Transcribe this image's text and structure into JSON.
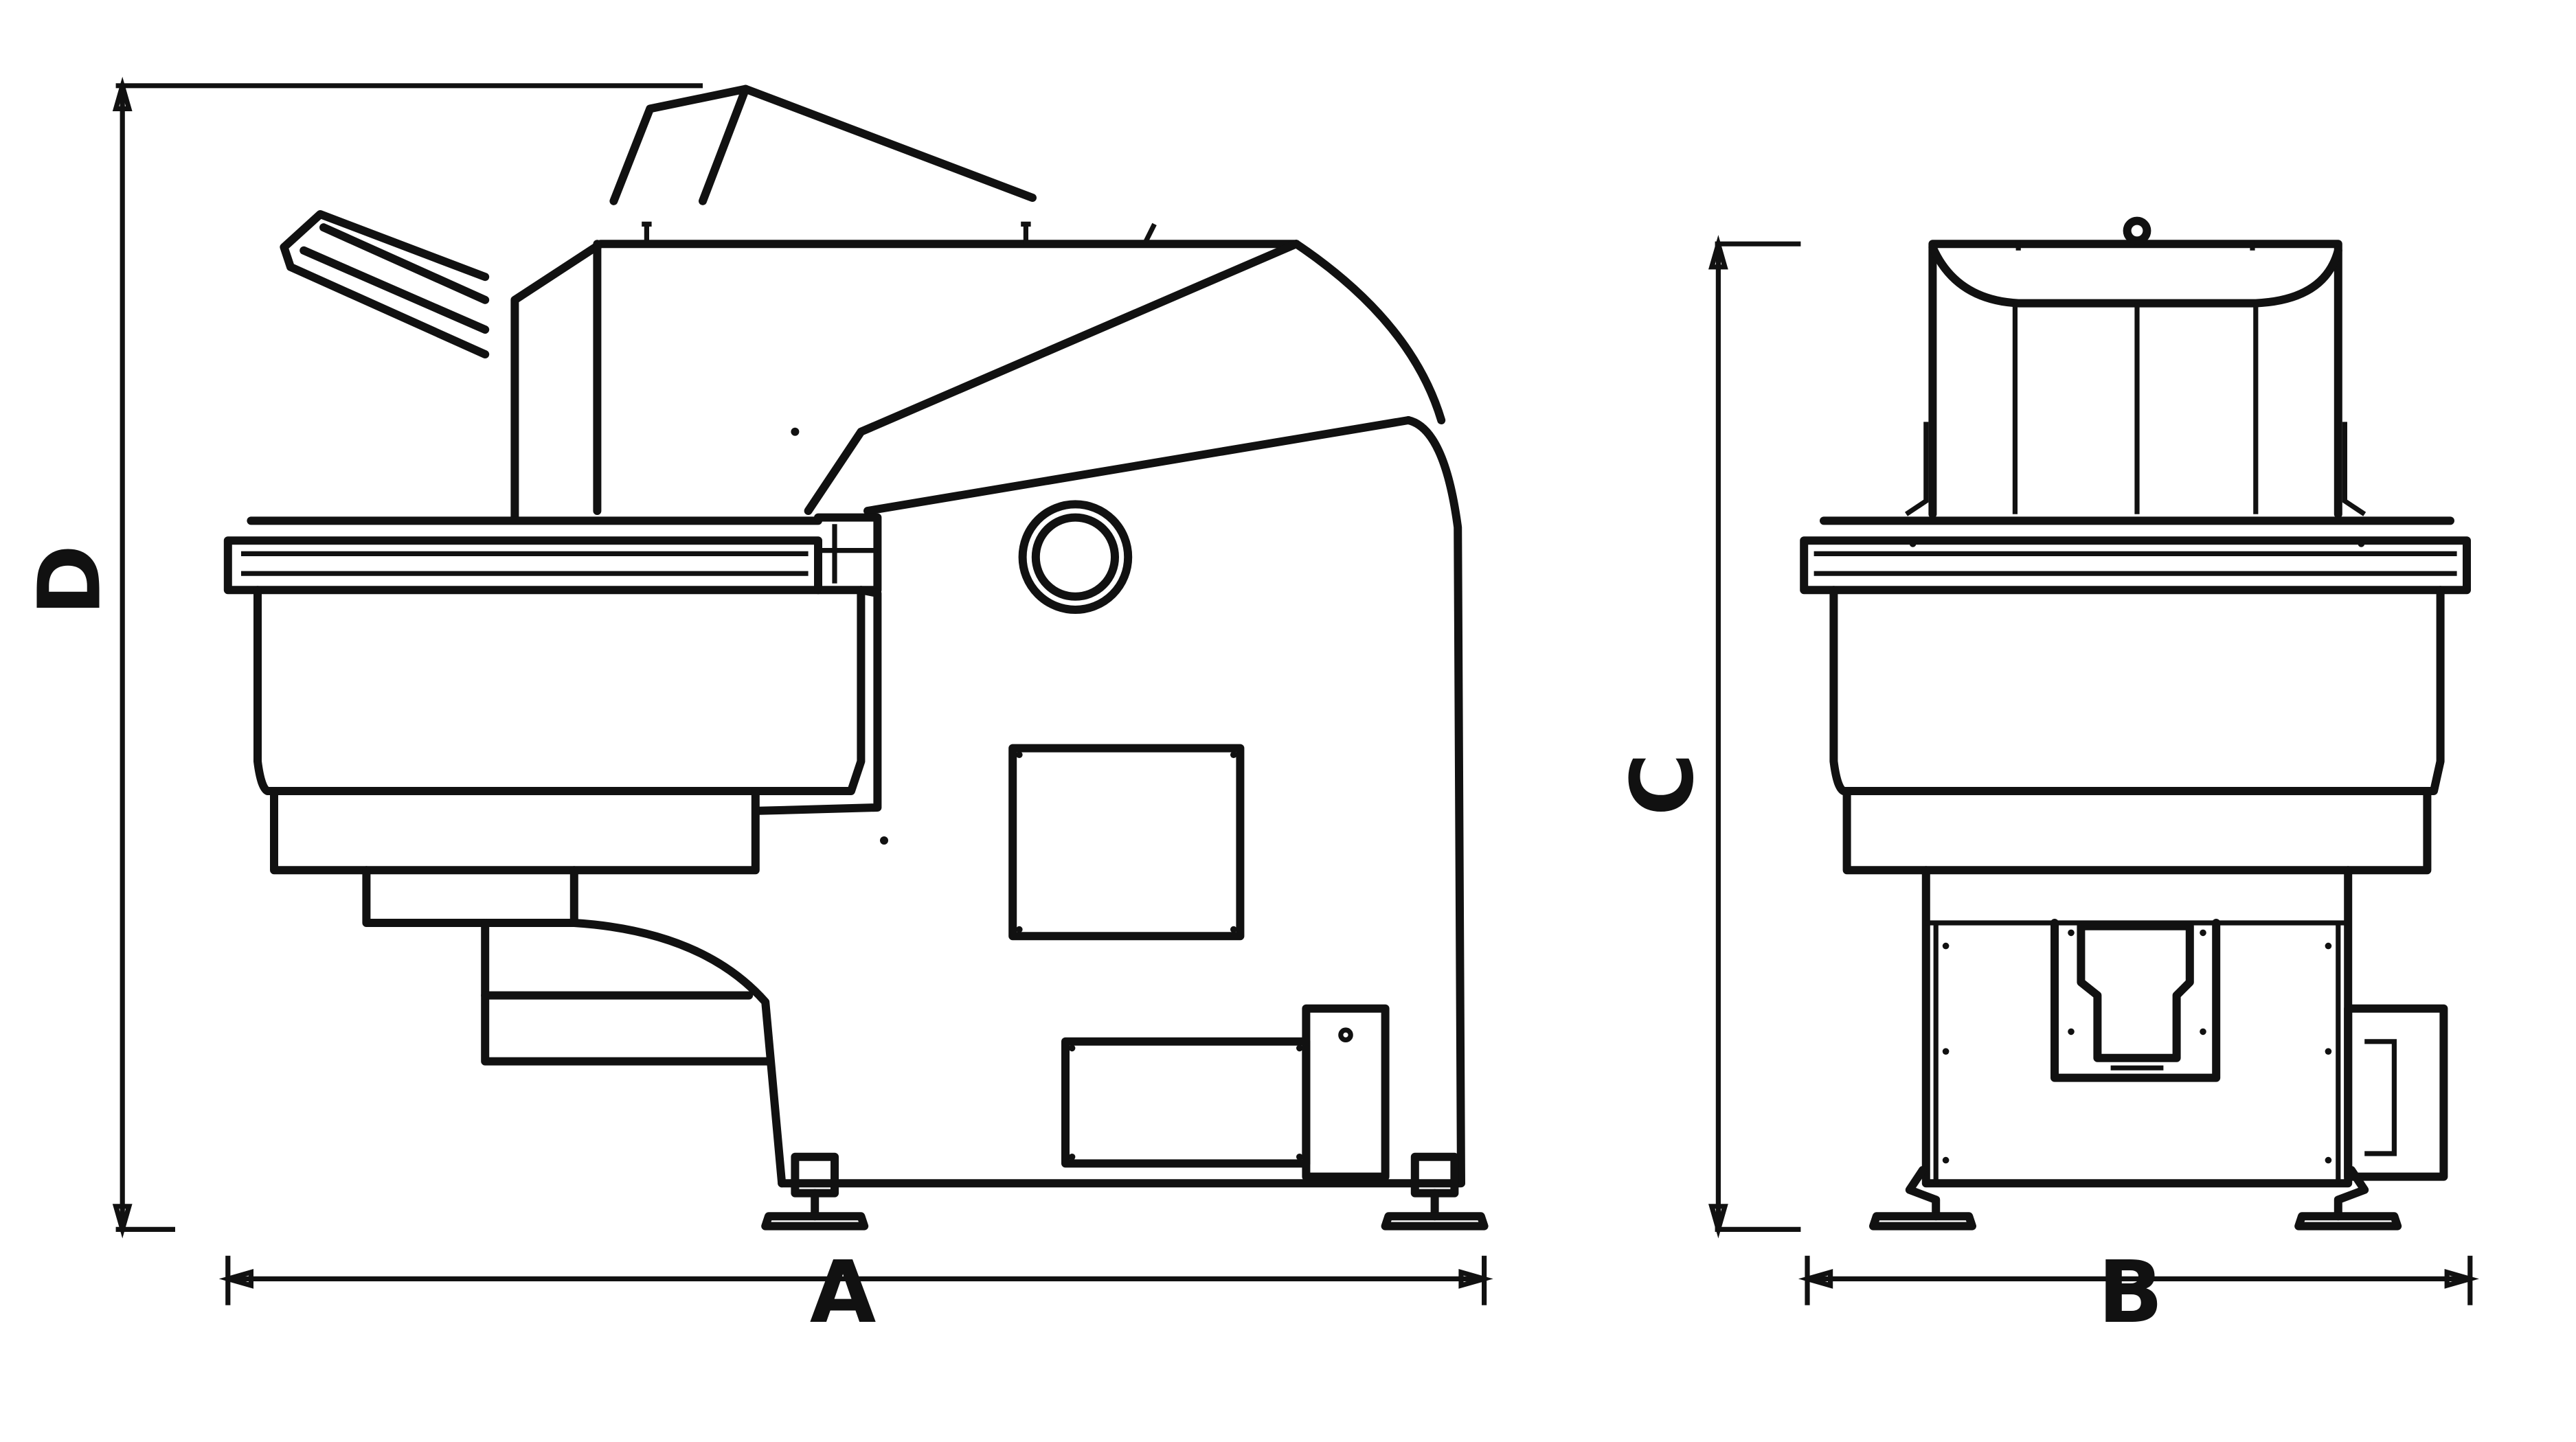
{
  "dimensions": {
    "a": "A",
    "b": "B",
    "c": "C",
    "d": "D"
  },
  "colors": {
    "line": "#111111",
    "background": "#ffffff"
  }
}
